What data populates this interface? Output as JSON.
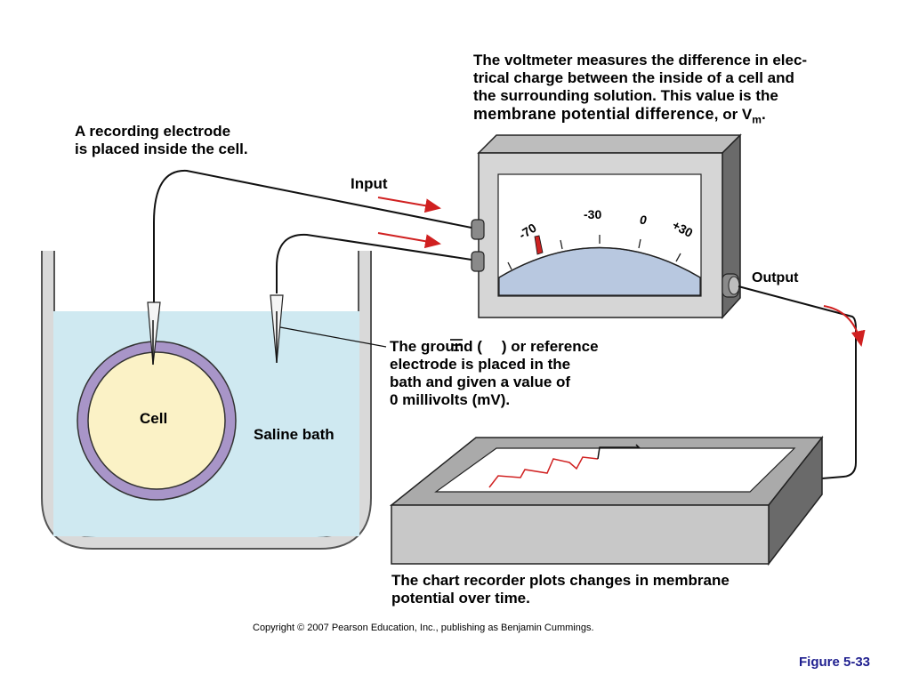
{
  "voltmeter_caption": {
    "line1": "The voltmeter measures the difference in elec-",
    "line2": "trical charge between the inside of a cell and",
    "line3": "the surrounding solution. This value is the",
    "line4_bold": "membrane potential difference",
    "line4_rest": ", or V",
    "line4_sub": "m",
    "line4_end": "."
  },
  "recording_electrode_caption": {
    "line1": "A recording electrode",
    "line2": "is placed inside the cell."
  },
  "input_label": "Input",
  "output_label": "Output",
  "meter_scale": [
    "-70",
    "-30",
    "0",
    "+30"
  ],
  "meter_reading_mV": -70,
  "ground_caption": {
    "line1_a": "The ground (",
    "line1_b": ") or reference",
    "line2": "electrode is placed in the",
    "line3": "bath and given a value of",
    "line4": "0 millivolts (mV)."
  },
  "cell_label": "Cell",
  "bath_label": "Saline bath",
  "chart_recorder_caption": {
    "line1": "The chart recorder plots changes in membrane",
    "line2": "potential over time."
  },
  "copyright": "Copyright © 2007 Pearson Education, Inc., publishing as Benjamin Cummings.",
  "figure_label": "Figure 5-33",
  "colors": {
    "bath": "#cfe9f1",
    "cell_fill": "#fbf2c6",
    "cell_membrane": "#a895c8",
    "meter_dial": "#b8c8e0",
    "needle": "#cc2222",
    "arrows": "#d02020",
    "trace": "#d02020",
    "figure_label": "#1f1f8f"
  }
}
